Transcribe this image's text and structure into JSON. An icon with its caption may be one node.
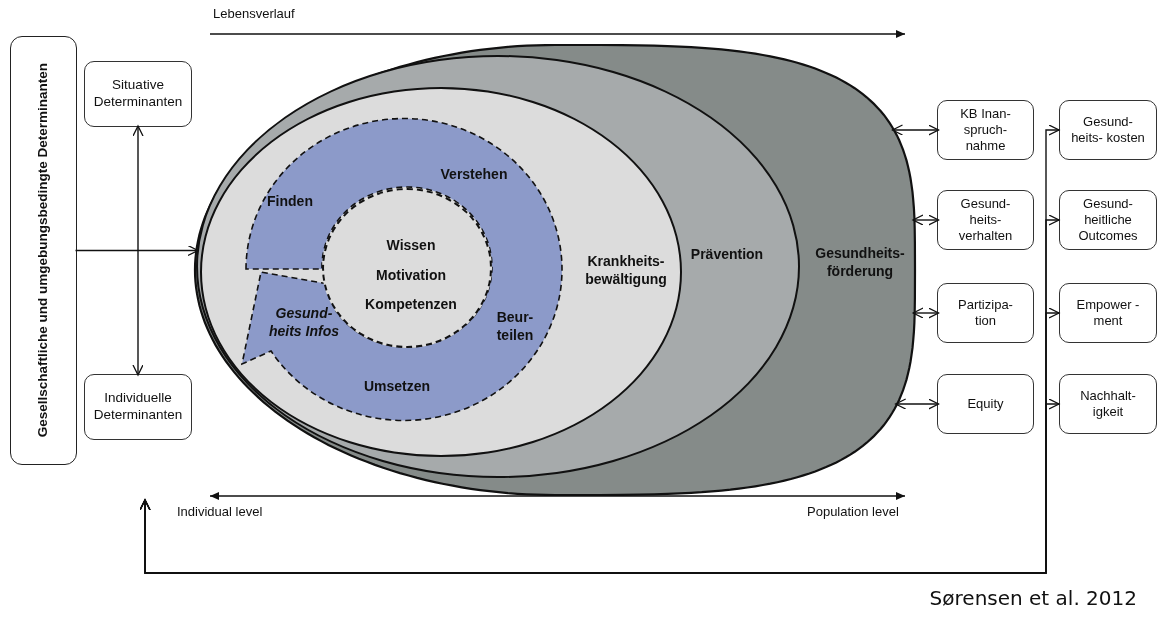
{
  "diagram": {
    "caption": "Sørensen et al. 2012",
    "nodes": [
      {
        "text": [
          "Gesellschaftliche und umgebungsbedingte Determinanten"
        ]
      },
      {
        "text": [
          "Situative Determinanten"
        ]
      },
      {
        "text": [
          "Individuelle Determinanten"
        ]
      },
      {
        "text": [
          "Gesundheits- förderung"
        ]
      },
      {
        "text": [
          "Prävention"
        ],
        "in": 3
      },
      {
        "text": [
          "Krankheits- bewältigung"
        ],
        "in": 4
      },
      {
        "text": [
          "Finden",
          "Verstehen",
          "Beur- teilen",
          "Umsetzen",
          "Gesund- heits Infos"
        ],
        "in": 5
      },
      {
        "text": [
          "Wissen",
          "Motivation",
          "Kompetenzen"
        ],
        "in": 5
      },
      {
        "text": [
          "KB Inan- spruch- nahme"
        ]
      },
      {
        "text": [
          "Gesund- heits- kosten"
        ]
      },
      {
        "text": [
          "Gesund- heits- verhalten"
        ]
      },
      {
        "text": [
          "Gesund- heitliche Outcomes"
        ]
      },
      {
        "text": [
          "Partizipa- tion"
        ]
      },
      {
        "text": [
          "Empower -ment"
        ]
      },
      {
        "text": [
          "Equity"
        ]
      },
      {
        "text": [
          "Nachhalt- igkeit"
        ]
      }
    ],
    "edges": [
      {
        "from": 0,
        "to": 3,
        "arrow": "to"
      },
      {
        "from": 1,
        "to": 2,
        "arrow": "both"
      },
      {
        "from": 3,
        "to": 8,
        "arrow": "both"
      },
      {
        "from": 3,
        "to": 10,
        "arrow": "both"
      },
      {
        "from": 3,
        "to": 12,
        "arrow": "both"
      },
      {
        "from": 3,
        "to": 14,
        "arrow": "both"
      },
      {
        "from": 9,
        "to": null,
        "arrow": "both"
      },
      {
        "from": 11,
        "to": null,
        "arrow": "both"
      },
      {
        "from": 13,
        "to": null,
        "arrow": "both"
      },
      {
        "from": 15,
        "to": null,
        "arrow": "both"
      }
    ],
    "labels": [
      "Lebensverlauf",
      "Individual level",
      "Population level"
    ]
  }
}
